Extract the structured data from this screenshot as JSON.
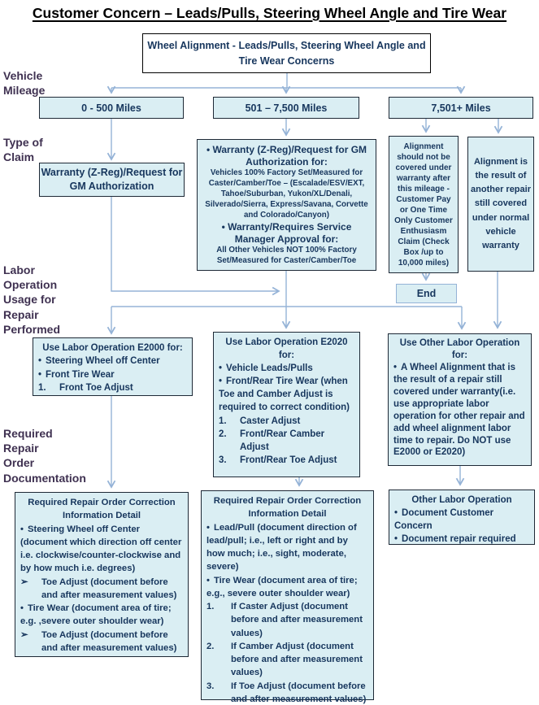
{
  "title": "Customer Concern – Leads/Pulls, Steering Wheel Angle and Tire Wear",
  "colors": {
    "box_fill": "#daeef3",
    "box_border": "#1e2936",
    "end_box_border": "#95b3d7",
    "connector": "#95b3d7",
    "side_label_text": "#3f3151",
    "box_text": "#17365d",
    "title_text": "#000000"
  },
  "side_labels": {
    "vehicle_mileage": "Vehicle\nMileage",
    "type_of_claim": "Type of\nClaim",
    "labor_operation": "Labor\nOperation\nUsage for\nRepair\nPerformed",
    "required_doc": "Required\nRepair\nOrder\nDocumentation"
  },
  "nodes": {
    "root": "Wheel Alignment - Leads/Pulls, Steering Wheel Angle and Tire Wear Concerns",
    "mileage_low": "0 - 500 Miles",
    "mileage_mid": "501 – 7,500 Miles",
    "mileage_high": "7,501+ Miles",
    "claim_left": "Warranty (Z-Reg)/Request for GM  Authorization",
    "claim_mid": {
      "b1": "• Warranty (Z-Reg)/Request for GM Authorization for:",
      "d1": "Vehicles 100% Factory Set/Measured for Caster/Camber/Toe – (Escalade/ESV/EXT, Tahoe/Suburban, Yukon/XL/Denali, Silverado/Sierra, Express/Savana,  Corvette and Colorado/Canyon)",
      "b2": "• Warranty/Requires Service Manager Approval for:",
      "d2": "All Other Vehicles NOT 100% Factory Set/Measured for Caster/Camber/Toe"
    },
    "claim_not_covered": "Alignment should not be covered under warranty after this mileage - Customer Pay or One Time Only Customer Enthusiasm Claim (Check Box /up to 10,000 miles)",
    "claim_other_repair": "Alignment is the result of another repair still covered under normal vehicle warranty",
    "end": "End",
    "e2000": {
      "heading": "Use Labor Operation E2000 for:",
      "items": [
        {
          "m": "•",
          "t": "Steering Wheel off Center"
        },
        {
          "m": "•",
          "t": "Front Tire Wear"
        },
        {
          "m": "1.",
          "t": "Front Toe Adjust"
        }
      ]
    },
    "e2020": {
      "heading": "Use Labor Operation E2020 for:",
      "items": [
        {
          "m": "•",
          "t": "Vehicle Leads/Pulls"
        },
        {
          "m": "•",
          "t": "Front/Rear Tire Wear (when Toe and Camber Adjust is required to correct condition)"
        },
        {
          "m": "1.",
          "t": "Caster Adjust"
        },
        {
          "m": "2.",
          "t": "Front/Rear Camber Adjust"
        },
        {
          "m": "3.",
          "t": "Front/Rear Toe Adjust"
        }
      ]
    },
    "other_labor": {
      "heading": "Use Other Labor Operation for:",
      "items": [
        {
          "m": "•",
          "t": "A Wheel Alignment that is the result of a repair still covered under warranty(i.e. use appropriate labor operation for other repair and add wheel alignment labor time to repair. Do NOT use E2000 or E2020)"
        }
      ]
    },
    "doc_left": {
      "heading": "Required Repair Order Correction Information Detail",
      "items": [
        {
          "m": "•",
          "t": "Steering Wheel off Center (document which direction off center i.e. clockwise/counter-clockwise and by how much i.e. degrees)"
        },
        {
          "m": "➢",
          "t": "Toe Adjust (document before and after measurement values)"
        },
        {
          "m": "•",
          "t": "Tire Wear (document area of tire; e.g. ,severe outer shoulder wear)"
        },
        {
          "m": "➢",
          "t": "Toe Adjust (document before and after measurement values)"
        }
      ]
    },
    "doc_mid": {
      "heading": "Required Repair Order Correction Information Detail",
      "items": [
        {
          "m": "•",
          "t": "Lead/Pull (document direction of lead/pull; i.e., left or right and by how much; i.e., sight, moderate, severe)"
        },
        {
          "m": "•",
          "t": "Tire Wear (document area of tire; e.g., severe outer shoulder wear)"
        },
        {
          "m": "1.",
          "t": "If Caster Adjust (document before and after measurement values)"
        },
        {
          "m": "2.",
          "t": "If Camber Adjust (document before and after measurement values)"
        },
        {
          "m": "3.",
          "t": "If Toe Adjust (document before and after measurement values)"
        }
      ]
    },
    "doc_right": {
      "heading": "Other Labor Operation",
      "items": [
        {
          "m": "•",
          "t": "Document Customer Concern"
        },
        {
          "m": "•",
          "t": "Document repair required"
        }
      ]
    }
  }
}
